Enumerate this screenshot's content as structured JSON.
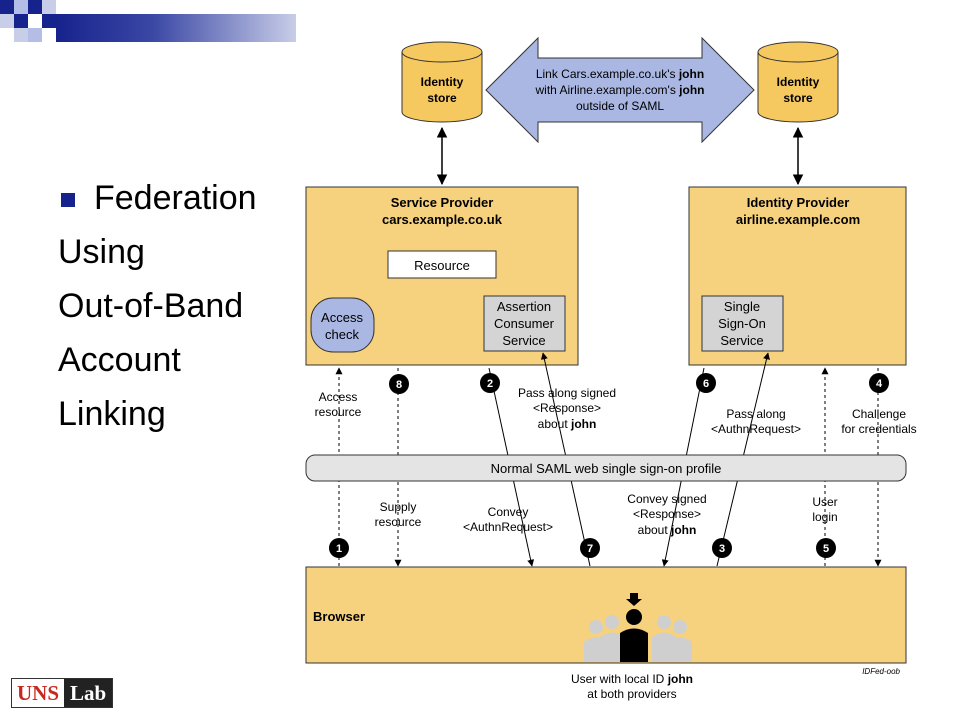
{
  "slide": {
    "bullet": "Federation",
    "lines": [
      "Using",
      "Out-of-Band",
      "Account",
      "Linking"
    ]
  },
  "logo": {
    "part1": "UNS",
    "part2": "Lab"
  },
  "colors": {
    "box_fill": "#f7d27e",
    "cylinder_fill": "#f5c860",
    "arrow_fill": "#a9b7e2",
    "access_fill": "#a9b7e2",
    "grey_box": "#d4d4d4",
    "bar_fill": "#e4e4e4",
    "accent": "#17238c"
  },
  "diagram": {
    "identity_store_left": [
      "Identity",
      "store"
    ],
    "identity_store_right": [
      "Identity",
      "store"
    ],
    "link_arrow": {
      "line1_a": "Link Cars.example.co.uk's ",
      "line1_b": "john",
      "line2_a": "with Airline.example.com's ",
      "line2_b": "john",
      "line3": "outside of SAML"
    },
    "sp": {
      "title": "Service Provider",
      "subtitle": "cars.example.co.uk",
      "resource": "Resource",
      "access_check": [
        "Access",
        "check"
      ],
      "acs": [
        "Assertion",
        "Consumer",
        "Service"
      ]
    },
    "idp": {
      "title": "Identity Provider",
      "subtitle": "airline.example.com",
      "sso": [
        "Single",
        "Sign-On",
        "Service"
      ]
    },
    "profile_bar": "Normal SAML web single sign-on profile",
    "browser": "Browser",
    "user_caption": {
      "line1_a": "User with local ID ",
      "line1_b": "john",
      "line2": "at both providers"
    },
    "figure_id": "IDFed-oob",
    "steps": [
      "1",
      "2",
      "3",
      "4",
      "5",
      "6",
      "7",
      "8"
    ],
    "labels": {
      "access_resource": [
        "Access",
        "resource"
      ],
      "supply_resource": [
        "Supply",
        "resource"
      ],
      "convey_authn": [
        "Convey",
        "<AuthnRequest>"
      ],
      "pass_signed": {
        "l1": "Pass along signed",
        "l2": "<Response>",
        "l3a": "about ",
        "l3b": "john"
      },
      "convey_signed": {
        "l1": "Convey signed",
        "l2": "<Response>",
        "l3a": "about ",
        "l3b": "john"
      },
      "pass_authn": [
        "Pass along",
        "<AuthnRequest>"
      ],
      "user_login": [
        "User",
        "login"
      ],
      "challenge": [
        "Challenge",
        "for credentials"
      ]
    }
  }
}
